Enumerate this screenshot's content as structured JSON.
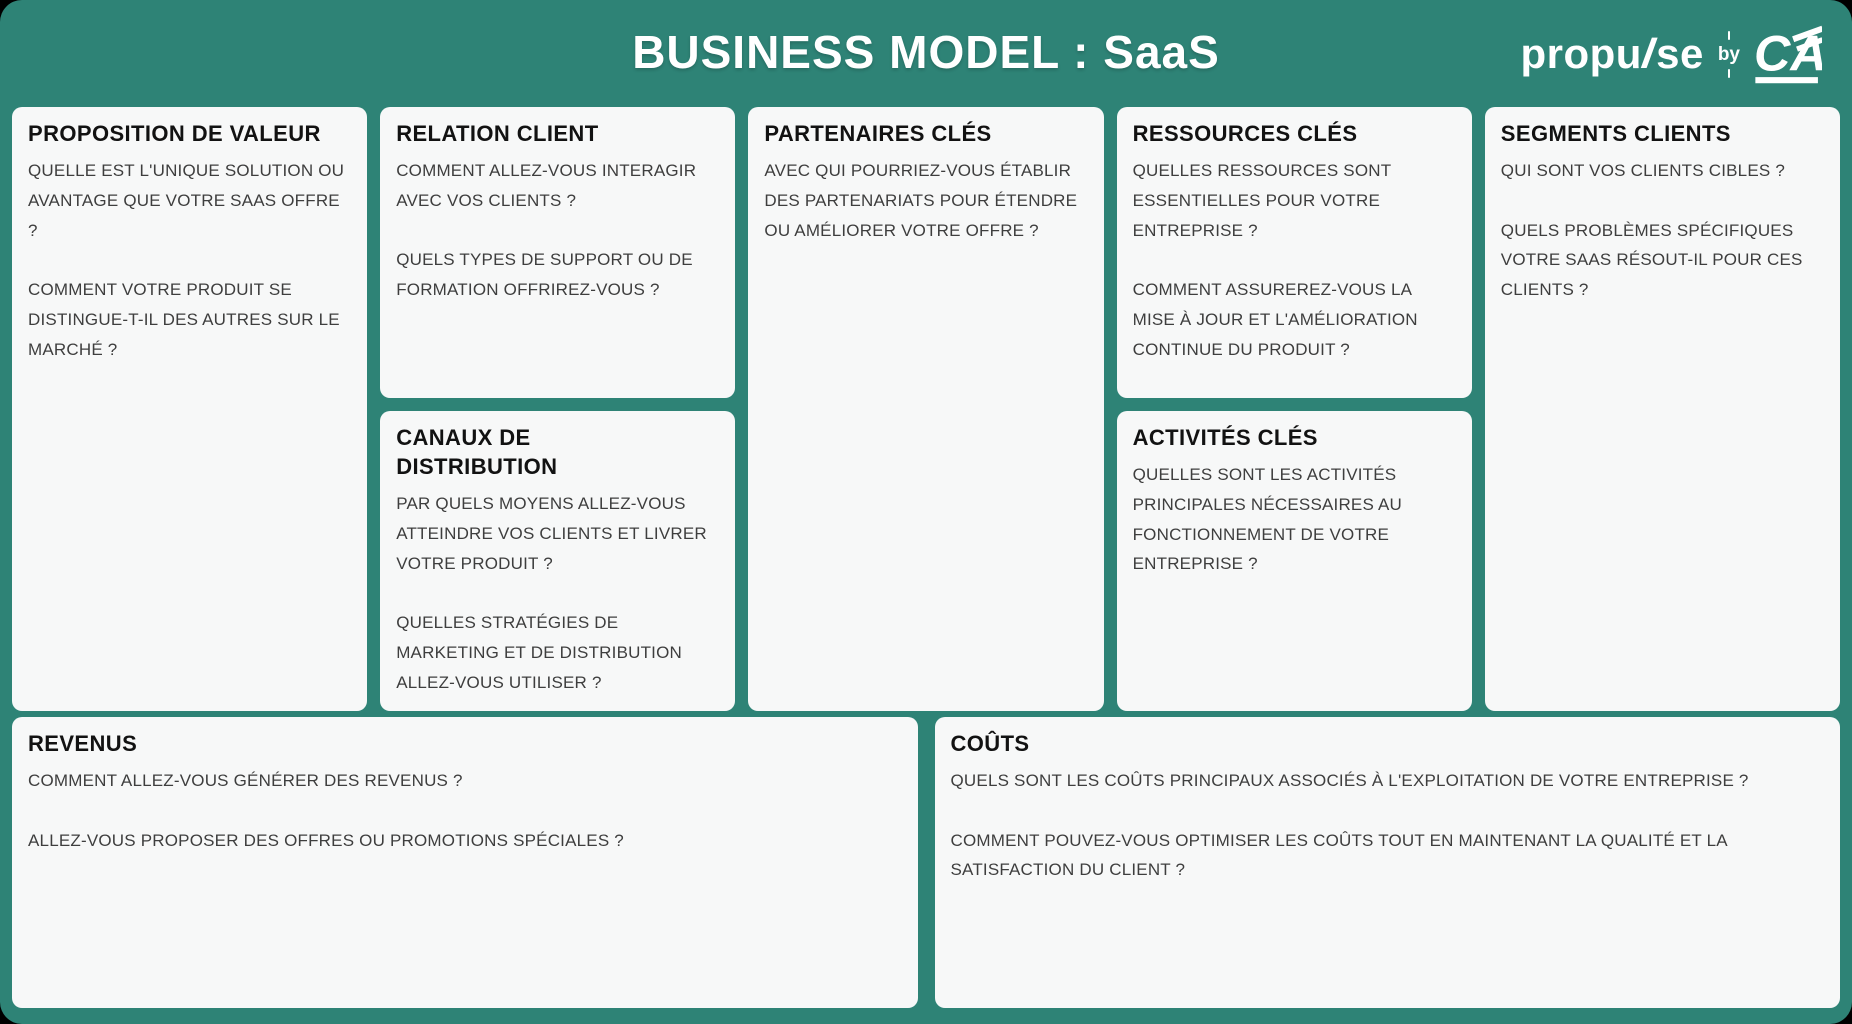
{
  "header": {
    "title": "BUSINESS MODEL : SaaS"
  },
  "brand": {
    "wordmark_pre": "propu",
    "wordmark_l": "l",
    "wordmark_post": "se",
    "by_label": "by",
    "logo_name": "credit-agricole-logo"
  },
  "colors": {
    "background": "#2E8376",
    "card_background": "#F7F8F8",
    "header_text": "#FFFFFF",
    "card_title_text": "#121212",
    "card_body_text": "#3E3E3E"
  },
  "cards": {
    "proposition_valeur": {
      "title": "PROPOSITION DE VALEUR",
      "body": "QUELLE EST L'UNIQUE SOLUTION OU AVANTAGE QUE VOTRE SAAS OFFRE ?\n\nCOMMENT VOTRE PRODUIT SE DISTINGUE-T-IL DES AUTRES SUR LE MARCHÉ ?"
    },
    "relation_client": {
      "title": "RELATION CLIENT",
      "body": "COMMENT ALLEZ-VOUS INTERAGIR AVEC VOS CLIENTS ?\n\nQUELS TYPES DE SUPPORT OU DE FORMATION OFFRIREZ-VOUS ?"
    },
    "canaux_distribution": {
      "title": "CANAUX DE\nDISTRIBUTION",
      "body": "PAR QUELS MOYENS ALLEZ-VOUS ATTEINDRE VOS CLIENTS ET LIVRER VOTRE PRODUIT ?\n\nQUELLES STRATÉGIES DE MARKETING ET DE DISTRIBUTION ALLEZ-VOUS UTILISER ?"
    },
    "partenaires_cles": {
      "title": "PARTENAIRES CLÉS",
      "body": "AVEC QUI POURRIEZ-VOUS ÉTABLIR DES PARTENARIATS POUR ÉTENDRE OU AMÉLIORER VOTRE OFFRE ?"
    },
    "ressources_cles": {
      "title": "RESSOURCES CLÉS",
      "body": "QUELLES RESSOURCES SONT ESSENTIELLES POUR VOTRE ENTREPRISE ?\n\nCOMMENT ASSUREREZ-VOUS LA MISE À JOUR ET L'AMÉLIORATION CONTINUE DU PRODUIT ?"
    },
    "activites_cles": {
      "title": "ACTIVITÉS CLÉS",
      "body": "QUELLES SONT LES ACTIVITÉS PRINCIPALES NÉCESSAIRES AU FONCTIONNEMENT DE VOTRE ENTREPRISE ?"
    },
    "segments_clients": {
      "title": "SEGMENTS CLIENTS",
      "body": "QUI SONT VOS CLIENTS CIBLES ?\n\nQUELS PROBLÈMES SPÉCIFIQUES VOTRE SAAS RÉSOUT-IL POUR CES CLIENTS ?"
    },
    "revenus": {
      "title": "REVENUS",
      "body": "COMMENT ALLEZ-VOUS GÉNÉRER DES REVENUS ?\n\nALLEZ-VOUS PROPOSER DES OFFRES OU PROMOTIONS SPÉCIALES ?"
    },
    "couts": {
      "title": "COÛTS",
      "body": "QUELS SONT LES COÛTS PRINCIPAUX ASSOCIÉS À L'EXPLOITATION DE VOTRE ENTREPRISE ?\n\nCOMMENT POUVEZ-VOUS OPTIMISER LES COÛTS TOUT EN MAINTENANT LA QUALITÉ ET LA SATISFACTION DU CLIENT ?"
    }
  }
}
